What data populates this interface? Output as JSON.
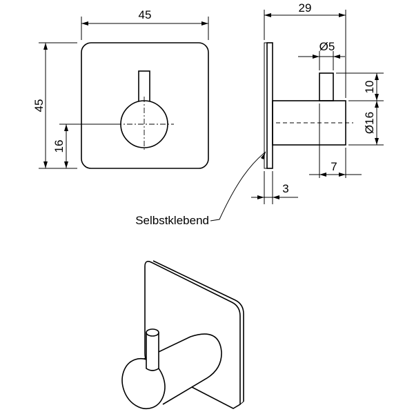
{
  "front_view": {
    "width_dim": "45",
    "height_dim": "45",
    "hook_height_dim": "16"
  },
  "side_view": {
    "depth_dim": "29",
    "pin_diameter_dim": "Ø5",
    "pin_length_dim": "10",
    "body_diameter_dim": "Ø16",
    "pin_offset_dim": "7",
    "plate_thickness_dim": "3",
    "adhesive_label": "Selbstklebend"
  }
}
